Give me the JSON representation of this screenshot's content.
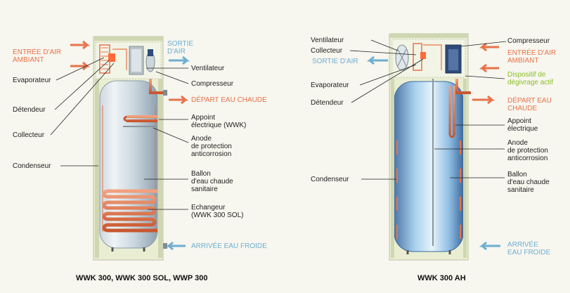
{
  "left": {
    "title": "WWK 300, WWK 300 SOL, WWP 300",
    "labels": {
      "air_in": "ENTRÉE D'AIR\nAMBIANT",
      "air_out": "SORTIE\nD'AIR",
      "evaporateur": "Evaporateur",
      "detendeur": "Détendeur",
      "collecteur": "Collecteur",
      "condenseur": "Condenseur",
      "ventilateur": "Ventilateur",
      "compresseur": "Compresseur",
      "depart_eau_chaude": "DÉPART EAU CHAUDE",
      "appoint": "Appoint\nélectrique (WWK)",
      "anode": "Anode\nde protection\nanticorrosion",
      "ballon": "Ballon\nd'eau chaude\nsanitaire",
      "echangeur": "Echangeur\n(WWK 300 SOL)",
      "arrivee_eau_froide": "ARRIVÉE EAU FROIDE"
    }
  },
  "right": {
    "title": "WWK 300 AH",
    "labels": {
      "ventilateur": "Ventilateur",
      "collecteur": "Collecteur",
      "sortie_air": "SORTIE D'AIR",
      "evaporateur": "Evaporateur",
      "detendeur": "Détendeur",
      "condenseur": "Condenseur",
      "compresseur": "Compresseur",
      "air_in": "ENTRÉE D'AIR\nAMBIANT",
      "degivrage": "Dispositif de\ndégivrage actif",
      "depart_eau_chaude": "DÉPART EAU\nCHAUDE",
      "appoint": "Appoint\nélectrique",
      "anode": "Anode\nde protection\nanticorrosion",
      "ballon": "Ballon\nd'eau chaude\nsanitaire",
      "arrivee_eau_froide": "ARRIVÉE\nEAU FROIDE"
    }
  },
  "colors": {
    "orange": "#e8734a",
    "blue": "#6eaed0",
    "green": "#8cbd2a",
    "cabinet": "#e9eed3"
  }
}
